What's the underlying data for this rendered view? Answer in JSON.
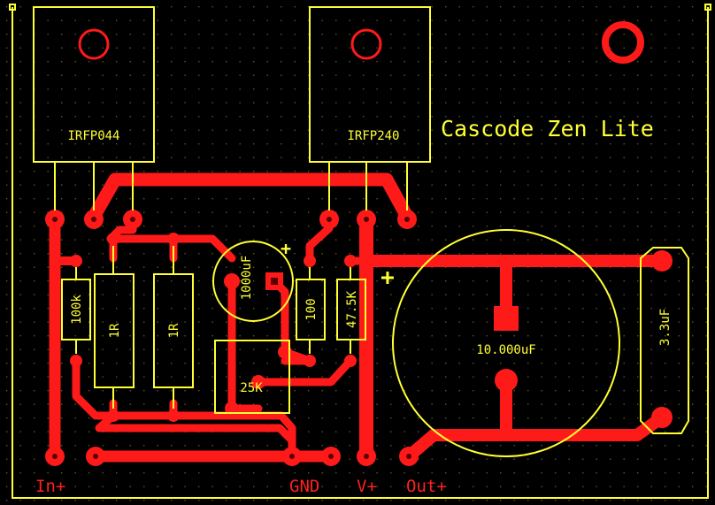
{
  "board": {
    "title": "Cascode Zen Lite",
    "colors": {
      "background": "#000000",
      "copper": "#ff1a1a",
      "silkscreen": "#ffff33",
      "grid_dots": "#5a5a28"
    }
  },
  "components": {
    "q1": "IRFP044",
    "q2": "IRFP240",
    "r1": "100k",
    "r2": "1R",
    "r3": "1R",
    "c1": "1000uF",
    "r4": "100",
    "r5": "47.5K",
    "pot": "25K",
    "c_main": "10.000uF",
    "c_film": "3.3uF",
    "plus_small": "+",
    "plus_big": "+"
  },
  "connectors": {
    "in": "In+",
    "gnd": "GND",
    "vplus": "V+",
    "out": "Out+"
  }
}
